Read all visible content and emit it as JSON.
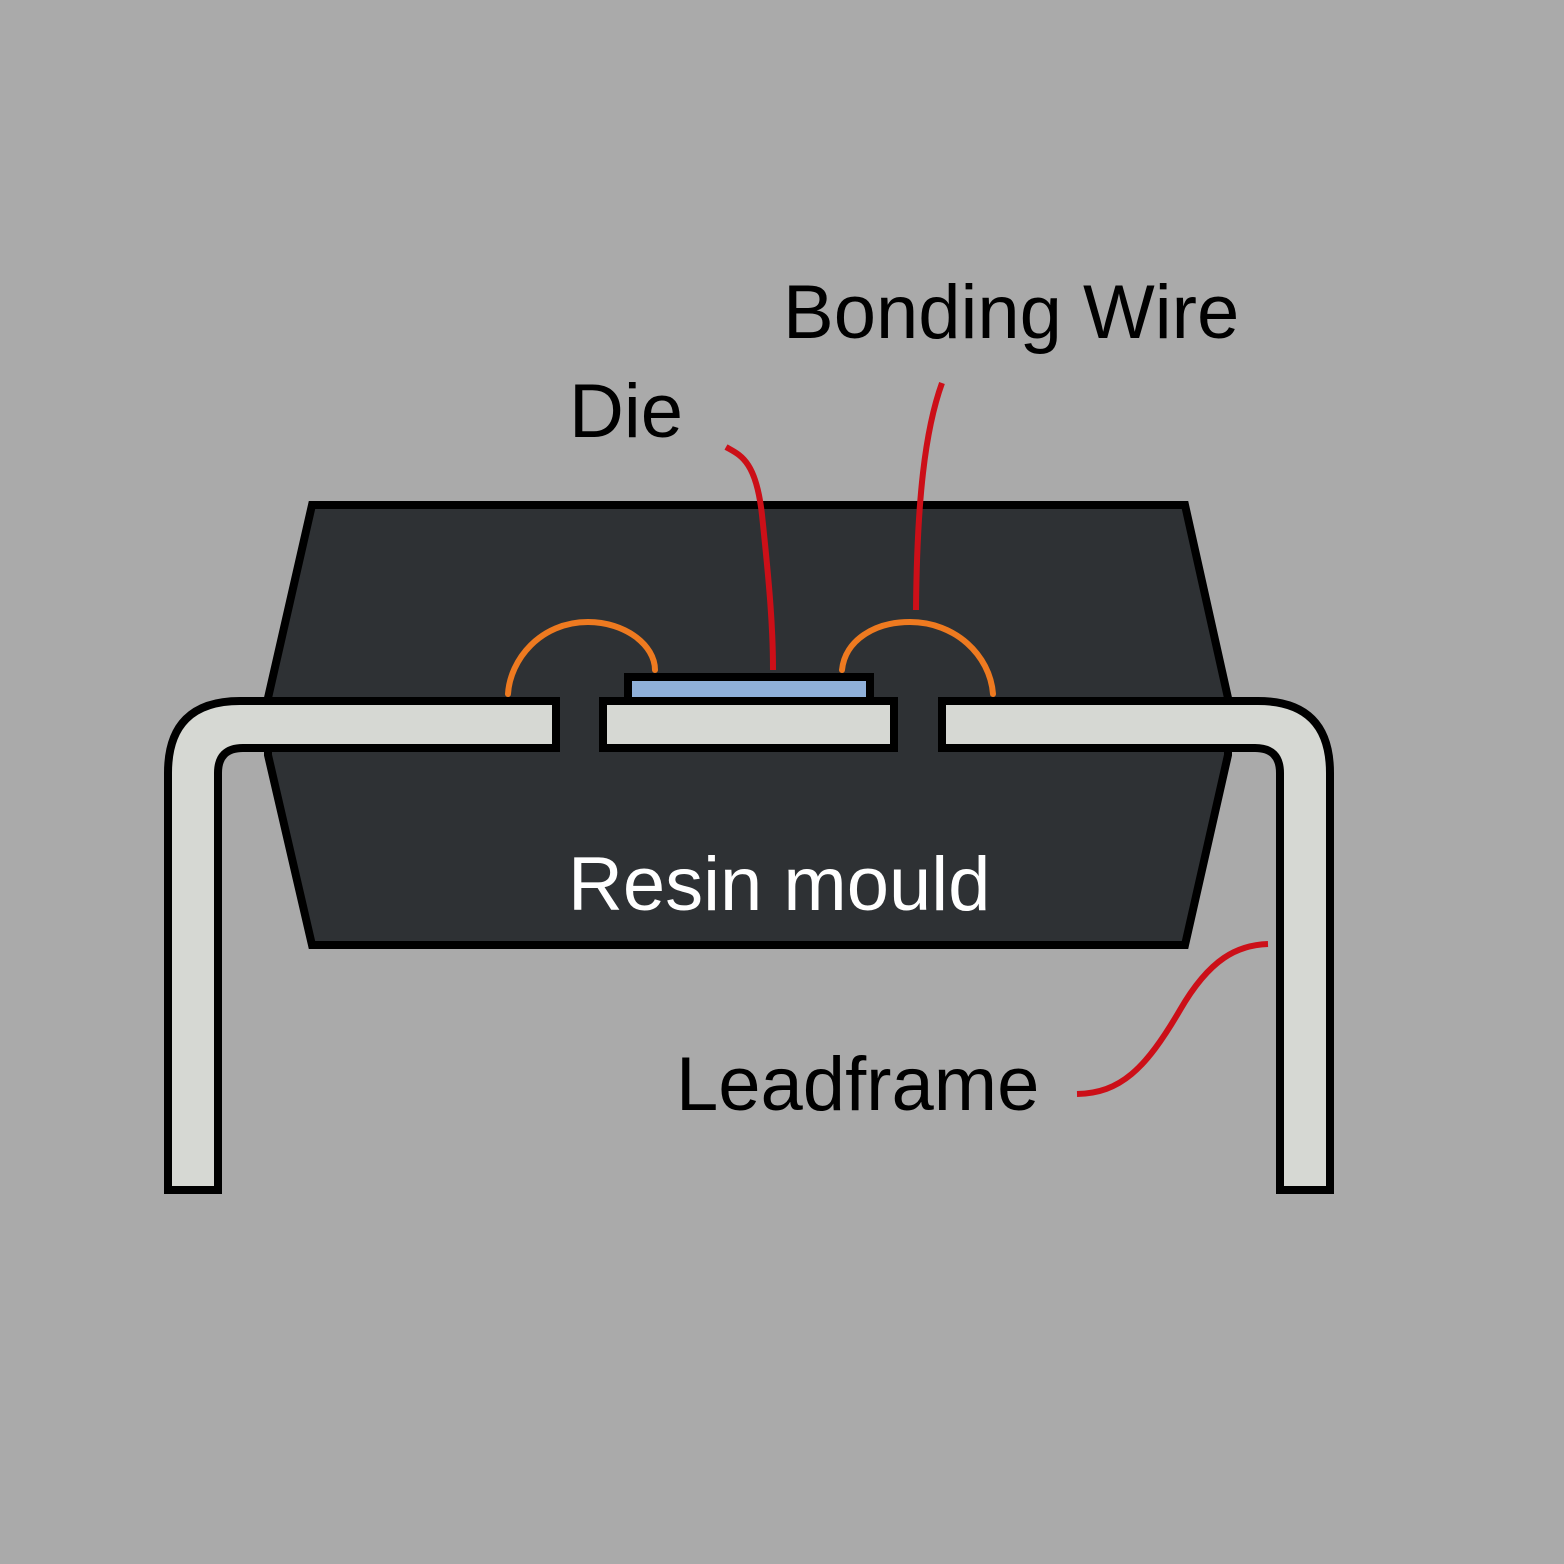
{
  "labels": {
    "bonding_wire": "Bonding Wire",
    "die": "Die",
    "resin_mould": "Resin mould",
    "leadframe": "Leadframe"
  },
  "colors": {
    "background": "#aaaaaa",
    "mould": "#2e3134",
    "leadframe": "#d6d8d3",
    "die": "#8fb0d9",
    "bonding_wire": "#ee7a20",
    "leader_line": "#cc0f18",
    "outline": "#000000",
    "label_dark": "#000000",
    "label_light": "#ffffff"
  }
}
